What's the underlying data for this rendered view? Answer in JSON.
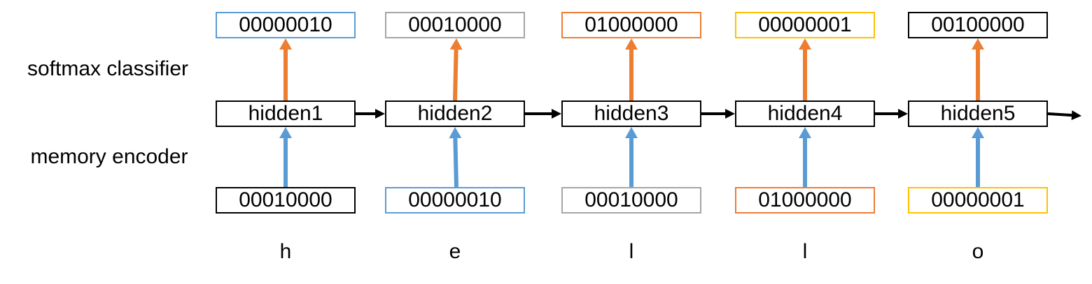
{
  "labels": {
    "softmax": "softmax classifier",
    "encoder": "memory encoder"
  },
  "columns": [
    {
      "output": "00000010",
      "output_color": "#5b9bd5",
      "hidden": "hidden1",
      "input": "00010000",
      "input_color": "#000000",
      "char": "h"
    },
    {
      "output": "00010000",
      "output_color": "#a5a5a5",
      "hidden": "hidden2",
      "input": "00000010",
      "input_color": "#5b9bd5",
      "char": "e"
    },
    {
      "output": "01000000",
      "output_color": "#ed7d31",
      "hidden": "hidden3",
      "input": "00010000",
      "input_color": "#a5a5a5",
      "char": "l"
    },
    {
      "output": "00000001",
      "output_color": "#ffc000",
      "hidden": "hidden4",
      "input": "01000000",
      "input_color": "#ed7d31",
      "char": "l"
    },
    {
      "output": "00100000",
      "output_color": "#000000",
      "hidden": "hidden5",
      "input": "00000001",
      "input_color": "#ffc000",
      "char": "o"
    }
  ],
  "colors": {
    "up_arrow_softmax": "#ed7d31",
    "up_arrow_encoder": "#5b9bd5",
    "recurrent_arrow": "#000000",
    "hidden_border": "#000000"
  }
}
